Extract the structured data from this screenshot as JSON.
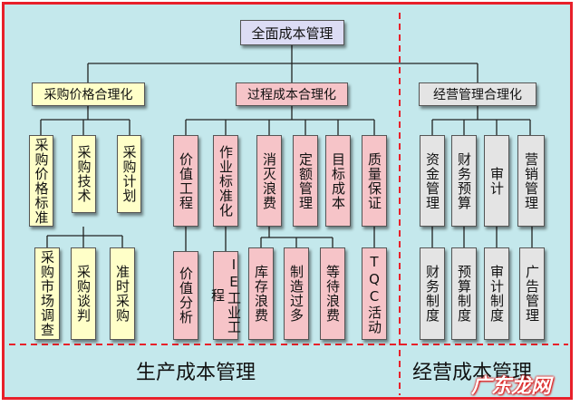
{
  "root": "全面成本管理",
  "branches": [
    {
      "label": "采购价格合理化"
    },
    {
      "label": "过程成本合理化"
    },
    {
      "label": "经营管理合理化"
    }
  ],
  "nodes": {
    "c1": "采购价格标准",
    "c2": "采购技术",
    "c3": "采购计划",
    "c4": "价值工程",
    "c5": "作业标准化",
    "c6": "消灭浪费",
    "c7": "定额管理",
    "c8": "目标成本",
    "c9": "质量保证",
    "c10": "资金管理",
    "c11": "财务预算",
    "c12": "审计",
    "c13": "营销管理",
    "g1": "采购市场调查",
    "g2": "采购谈判",
    "g3": "准时采购",
    "g4": "价值分析",
    "g5": "IE工业工程",
    "g6": "库存浪费",
    "g7": "制造过多",
    "g8": "等待浪费",
    "g9": "TQC活动",
    "g10": "财务制度",
    "g11": "预算制度",
    "g12": "审计制度",
    "g13": "广告管理"
  },
  "bottom": {
    "left": "生产成本管理",
    "right": "经营成本管理"
  },
  "watermark": "广东龙网",
  "colors": {
    "background": "#c4e8ec",
    "frame": "#e8202a",
    "root_box": "#dcdcf4",
    "purchase_group": "#ffffc8",
    "process_group": "#f6c4c8",
    "business_group": "#e4e4e4",
    "divider": "#e8202a"
  }
}
